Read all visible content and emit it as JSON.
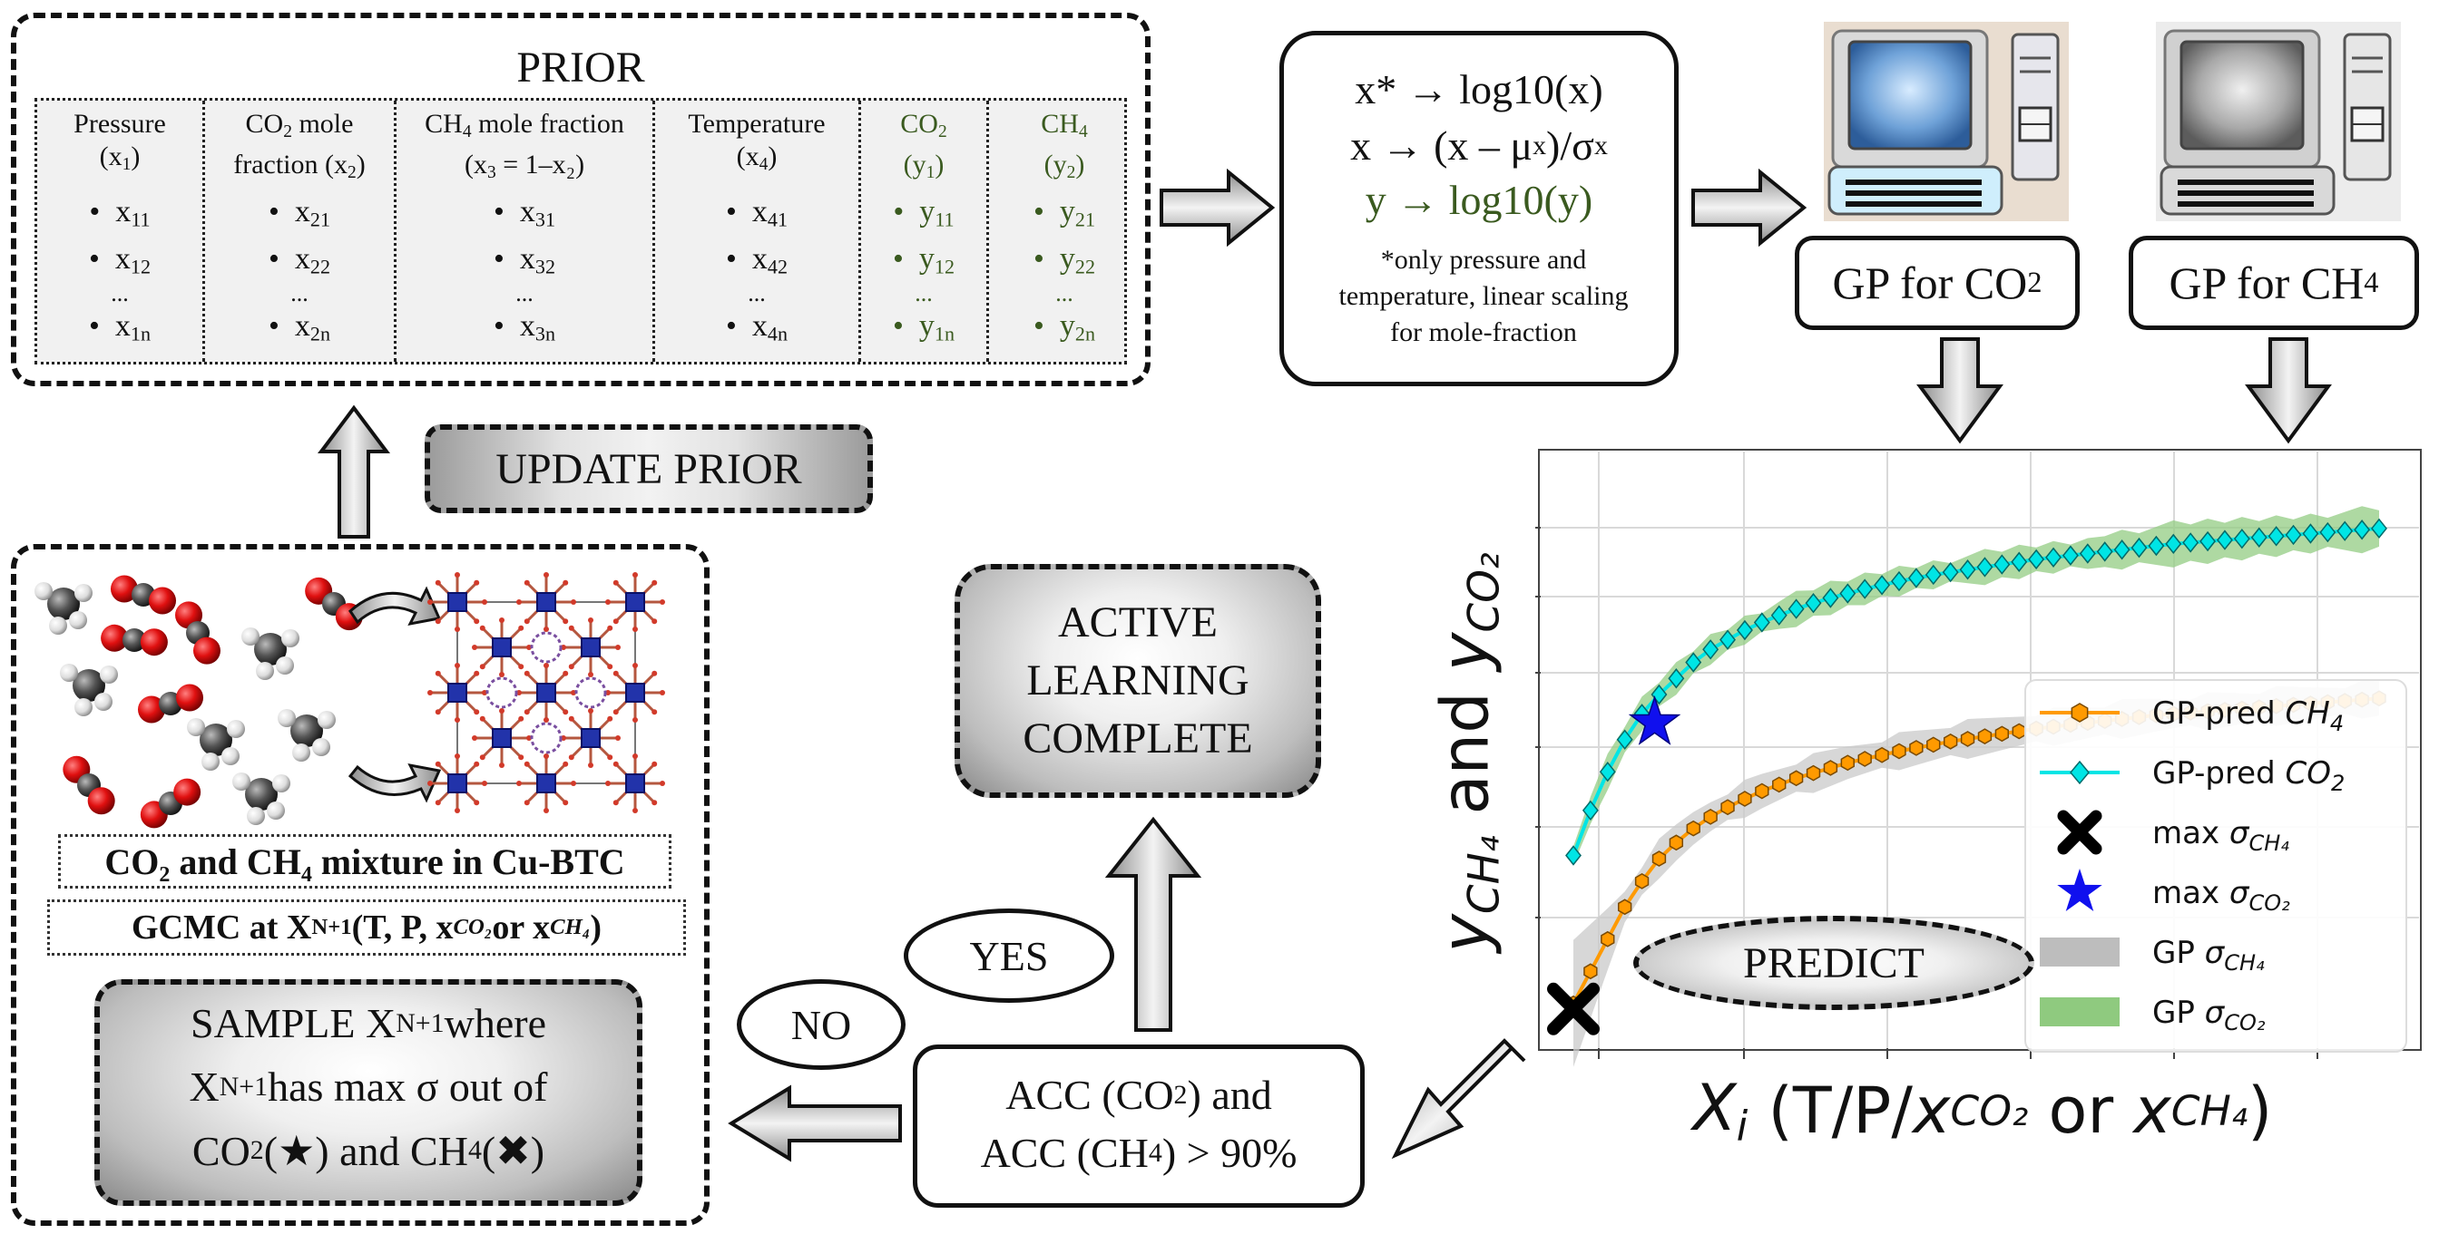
{
  "prior": {
    "title": "PRIOR",
    "columns": [
      {
        "h1": "Pressure",
        "h2": "(x",
        "h2sub": "1",
        "h2end": ")",
        "items": [
          "x",
          "x",
          "...",
          "x"
        ],
        "subs": [
          "11",
          "12",
          "",
          "1n"
        ],
        "green": false
      },
      {
        "h1": "CO",
        "h1sub": "2",
        "h1end": " mole",
        "h2": "fraction (x",
        "h2sub": "2",
        "h2end": ")",
        "items": [
          "x",
          "x",
          "...",
          "x"
        ],
        "subs": [
          "21",
          "22",
          "",
          "2n"
        ],
        "green": false
      },
      {
        "h1": "CH",
        "h1sub": "4",
        "h1end": " mole fraction",
        "h2": "(x",
        "h2sub": "3",
        "h2end": " = 1–x₂)",
        "items": [
          "x",
          "x",
          "...",
          "x"
        ],
        "subs": [
          "31",
          "32",
          "",
          "3n"
        ],
        "green": false
      },
      {
        "h1": "Temperature",
        "h2": "(x",
        "h2sub": "4",
        "h2end": ")",
        "items": [
          "x",
          "x",
          "...",
          "x"
        ],
        "subs": [
          "41",
          "42",
          "",
          "4n"
        ],
        "green": false
      },
      {
        "h1": "CO",
        "h1sub": "2",
        "h1end": "",
        "h2": "(y",
        "h2sub": "1",
        "h2end": ")",
        "items": [
          "y",
          "y",
          "...",
          "y"
        ],
        "subs": [
          "11",
          "12",
          "",
          "1n"
        ],
        "green": true
      },
      {
        "h1": "CH",
        "h1sub": "4",
        "h1end": "",
        "h2": "(y",
        "h2sub": "2",
        "h2end": ")",
        "items": [
          "y",
          "y",
          "...",
          "y"
        ],
        "subs": [
          "21",
          "22",
          "",
          "2n"
        ],
        "green": true
      }
    ]
  },
  "update_prior": "UPDATE PRIOR",
  "transform": {
    "line1": "x* → log10(x)",
    "line2": "x → (x – μ",
    "line2_sub1": "x",
    "line2_mid": ")/σ",
    "line2_sub2": "x",
    "line3": "y → log10(y)",
    "note": "*only pressure and temperature, linear scaling for mole-fraction"
  },
  "gp_co2": {
    "text": "GP for CO",
    "sub": "2"
  },
  "gp_ch4": {
    "text": "GP for CH",
    "sub": "4"
  },
  "gcmc": {
    "mixture_label": "CO₂ and CH₄ mixture in Cu-BTC",
    "gcmc_label": "GCMC at X",
    "gcmc_sub": "N+1",
    "gcmc_end": " (T, P, x",
    "gcmc_end_sub": "CO₂",
    "gcmc_or": " or x",
    "gcmc_or_sub": "CH₄",
    "gcmc_close": ")"
  },
  "sample": {
    "line1": "SAMPLE X",
    "line1_sub": "N+1",
    "line1_end": " where",
    "line2": "X",
    "line2_sub": "N+1",
    "line2_end": " has max σ out of",
    "line3": "CO",
    "line3_sub": "2",
    "line3_end": " (★) and CH",
    "line3_sub2": "4",
    "line3_close": " (✖)"
  },
  "active": {
    "l1": "ACTIVE",
    "l2": "LEARNING",
    "l3": "COMPLETE"
  },
  "yes": "YES",
  "no": "NO",
  "acc": {
    "l1": "ACC (CO",
    "l1sub": "2",
    "l1end": ") and",
    "l2": "ACC (CH",
    "l2sub": "4",
    "l2end": ") > 90%"
  },
  "predict": "PREDICT",
  "chart_data": {
    "type": "line",
    "ylabel": "y_CH4 and y_CO2",
    "xlabel": "X_i (T/P/x_CO2 or x_CH4)",
    "series": [
      {
        "name": "GP-pred CH₄",
        "color": "#ff9a00",
        "values": [
          0.12,
          0.17,
          0.22,
          0.27,
          0.31,
          0.345,
          0.37,
          0.392,
          0.41,
          0.425,
          0.438,
          0.45,
          0.46,
          0.47,
          0.478,
          0.486,
          0.494,
          0.5,
          0.506,
          0.512,
          0.517,
          0.522,
          0.527,
          0.531,
          0.535,
          0.539,
          0.543,
          0.547,
          0.55,
          0.553,
          0.556,
          0.559,
          0.562,
          0.565,
          0.568,
          0.57,
          0.572,
          0.574,
          0.576,
          0.578,
          0.58,
          0.582,
          0.584,
          0.586,
          0.588,
          0.59,
          0.592,
          0.594
        ]
      },
      {
        "name": "GP-pred CO₂",
        "color": "#00e5e5",
        "values": [
          0.35,
          0.42,
          0.48,
          0.53,
          0.57,
          0.6,
          0.625,
          0.65,
          0.67,
          0.685,
          0.7,
          0.712,
          0.723,
          0.733,
          0.742,
          0.75,
          0.757,
          0.764,
          0.77,
          0.776,
          0.781,
          0.786,
          0.79,
          0.794,
          0.798,
          0.802,
          0.806,
          0.81,
          0.813,
          0.816,
          0.819,
          0.822,
          0.825,
          0.828,
          0.831,
          0.834,
          0.836,
          0.838,
          0.84,
          0.842,
          0.844,
          0.846,
          0.848,
          0.85,
          0.852,
          0.854,
          0.856,
          0.858
        ]
      }
    ],
    "legend": [
      {
        "label": "GP-pred CH₄",
        "kind": "line-hex",
        "color": "#ff9a00"
      },
      {
        "label": "GP-pred CO₂",
        "kind": "line-diamond",
        "color": "#00e5e5"
      },
      {
        "label": "max σ_CH₄",
        "kind": "x",
        "color": "#000000"
      },
      {
        "label": "max σ_CO₂",
        "kind": "star",
        "color": "#1010ee"
      },
      {
        "label": "GP σ_CH₄",
        "kind": "band",
        "color": "#bdbdbd"
      },
      {
        "label": "GP σ_CO₂",
        "kind": "band",
        "color": "#8fca7f"
      }
    ],
    "grid": true,
    "legend_position": "lower-right"
  }
}
